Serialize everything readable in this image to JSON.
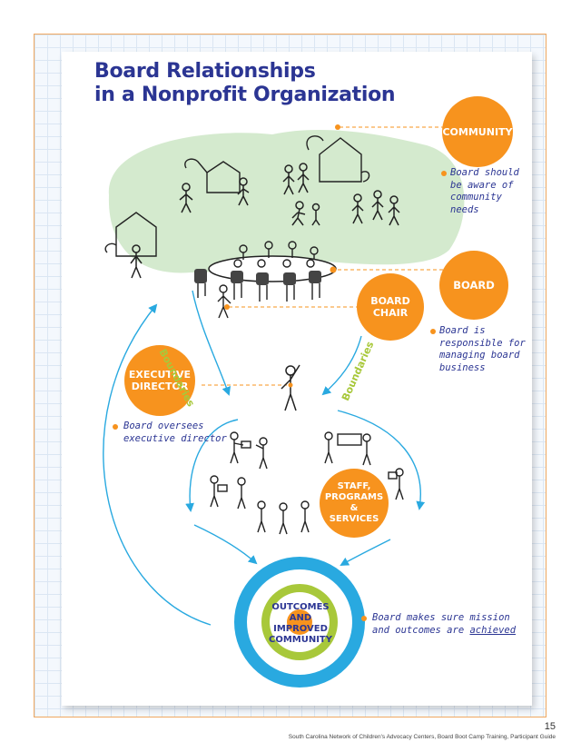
{
  "title": {
    "line1": "Board Relationships",
    "line2": "in a Nonprofit Organization"
  },
  "nodes": {
    "community": "COMMUNITY",
    "board": "BOARD",
    "board_chair": "BOARD CHAIR",
    "executive_director": "EXECUTIVE DIRECTOR",
    "staff": "STAFF, PROGRAMS & SERVICES",
    "outcomes": "OUTCOMES AND IMPROVED COMMUNITY"
  },
  "boundaries": {
    "left": "Boundaries",
    "right": "Boundaries"
  },
  "notes": {
    "community": "Board should be aware of community needs",
    "board": "Board is responsible for managing board business",
    "executive": "Board oversees executive director",
    "outcomes_prefix": "Board makes sure mission and outcomes are",
    "outcomes_emphasis": "achieved"
  },
  "colors": {
    "title": "#2b3593",
    "accent_orange": "#f7931e",
    "arrow_blue": "#29a9e0",
    "boundary_green": "#a8c83a",
    "community_cloud": "#cfe8c9"
  },
  "footer": {
    "page_number": "15",
    "source": "South Carolina Network of Children's Advocacy Centers, Board Boot Camp Training, Participant Guide"
  }
}
